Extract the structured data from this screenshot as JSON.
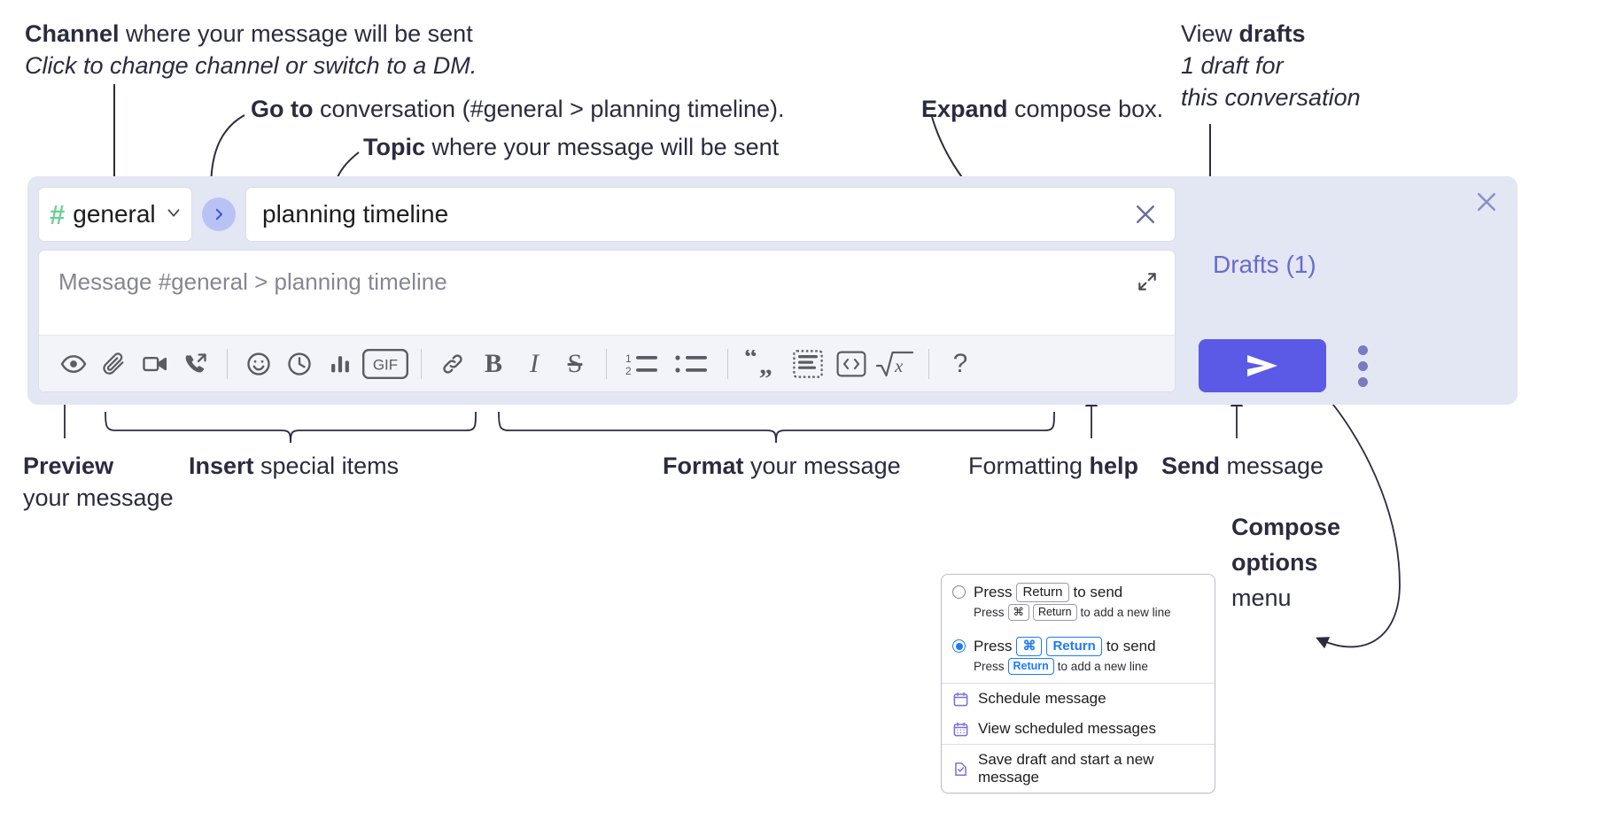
{
  "annotations": {
    "channel": {
      "bold": "Channel",
      "rest": " where your message will be sent",
      "italic": "Click to change channel or switch to a DM."
    },
    "goto": {
      "bold": "Go to",
      "rest": " conversation (#general > planning timeline)."
    },
    "topic": {
      "bold": "Topic",
      "rest": " where your message will be sent"
    },
    "expand": {
      "bold": "Expand",
      "rest": " compose box."
    },
    "drafts": {
      "lead": "View ",
      "bold": "drafts",
      "italic1": "1 draft for",
      "italic2": "this conversation"
    },
    "preview": {
      "bold": "Preview",
      "rest": "your message"
    },
    "insert": {
      "bold": "Insert",
      "rest": " special items"
    },
    "format": {
      "bold": "Format",
      "rest": " your message"
    },
    "help": {
      "lead": "Formatting ",
      "bold": "help"
    },
    "send": {
      "bold": "Send",
      "rest": " message"
    },
    "compose_options": {
      "bold1": "Compose",
      "bold2": "options",
      "rest": "menu"
    }
  },
  "compose": {
    "close_label": "close-compose",
    "channel": {
      "hash": "#",
      "name": "general",
      "chevron": "⌄"
    },
    "goto_arrow": "›",
    "topic": {
      "value": "planning timeline",
      "clear_label": "✕"
    },
    "message": {
      "placeholder": "Message #general > planning timeline",
      "value": ""
    },
    "drafts_label": "Drafts (1)",
    "send_label": "send-arrow",
    "toolbar": [
      {
        "name": "preview-icon",
        "title": "Preview"
      },
      {
        "name": "attachment-icon",
        "title": "Attach"
      },
      {
        "name": "video-icon",
        "title": "Video clip"
      },
      {
        "name": "audio-call-icon",
        "title": "Audio clip"
      },
      {
        "sep": true
      },
      {
        "name": "emoji-icon",
        "title": "Emoji"
      },
      {
        "name": "clock-icon",
        "title": "Remind"
      },
      {
        "name": "poll-icon",
        "title": "Poll"
      },
      {
        "name": "gif-icon",
        "title": "GIF",
        "text": "GIF"
      },
      {
        "sep": true
      },
      {
        "name": "link-icon",
        "title": "Link"
      },
      {
        "name": "bold-icon",
        "title": "Bold",
        "text": "B"
      },
      {
        "name": "italic-icon",
        "title": "Italic",
        "text": "I"
      },
      {
        "name": "strikethrough-icon",
        "title": "Strikethrough",
        "text": "S"
      },
      {
        "sep": true
      },
      {
        "name": "ordered-list-icon",
        "title": "Ordered list"
      },
      {
        "name": "bulleted-list-icon",
        "title": "Bulleted list"
      },
      {
        "sep": true
      },
      {
        "name": "blockquote-icon",
        "title": "Blockquote"
      },
      {
        "name": "code-block-icon",
        "title": "Code block"
      },
      {
        "name": "inline-code-icon",
        "title": "Code"
      },
      {
        "name": "math-icon",
        "title": "Math"
      },
      {
        "sep": true
      },
      {
        "name": "help-icon",
        "title": "Formatting help",
        "text": "?"
      }
    ]
  },
  "options_menu": {
    "option1": {
      "press": "Press",
      "key": "Return",
      "to_send": "to send",
      "sub_press": "Press",
      "sub_key1": "⌘",
      "sub_key2": "Return",
      "sub_rest": "to add a new line",
      "selected": false
    },
    "option2": {
      "press": "Press",
      "key1": "⌘",
      "key2": "Return",
      "to_send": "to send",
      "sub_press": "Press",
      "sub_key": "Return",
      "sub_rest": "to add a new line",
      "selected": true
    },
    "items": [
      {
        "icon": "calendar-clock-icon",
        "label": "Schedule message"
      },
      {
        "icon": "calendar-grid-icon",
        "label": "View scheduled messages"
      },
      {
        "icon": "save-draft-icon",
        "label": "Save draft and start a new message"
      }
    ]
  },
  "colors": {
    "panel_bg": "#e3e6f3",
    "accent": "#5a5ae6",
    "drafts_text": "#6a6cc9",
    "hash_green": "#6fcf97",
    "goto_circle": "#b9c2f5",
    "key_blue": "#1d7afc"
  }
}
